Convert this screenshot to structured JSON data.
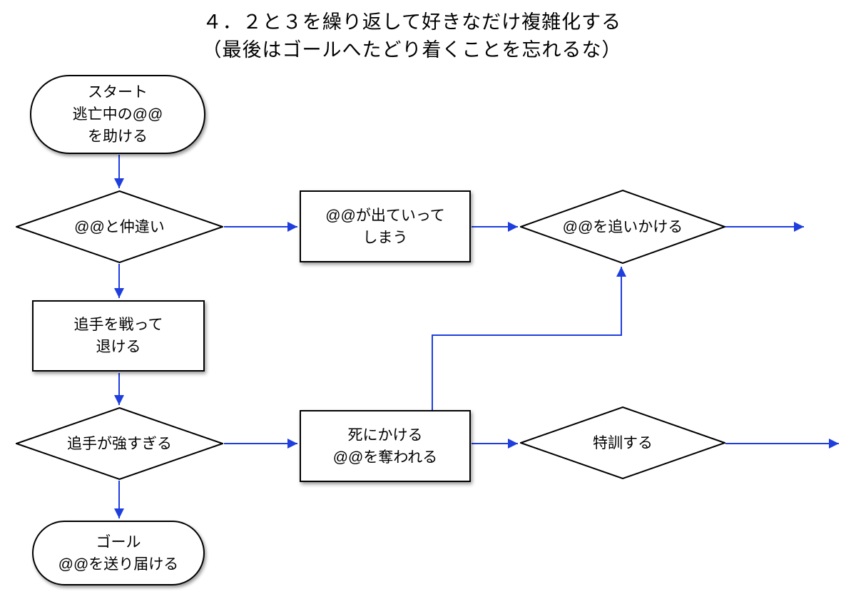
{
  "title": {
    "line1": "４．２と３を繰り返して好きなだけ複雑化する",
    "line2": "（最後はゴールへたどり着くことを忘れるな）"
  },
  "colors": {
    "background": "#ffffff",
    "shape_fill": "#ffffff",
    "shape_border": "#000000",
    "arrow": "#1e3edd",
    "text": "#000000"
  },
  "nodes": {
    "start": {
      "type": "terminator",
      "lines": [
        "スタート",
        "逃亡中の@@",
        "を助ける"
      ]
    },
    "quarrel": {
      "type": "decision",
      "label": "@@と仲違い"
    },
    "leaves": {
      "type": "process",
      "lines": [
        "@@が出ていって",
        "しまう"
      ]
    },
    "chase": {
      "type": "decision",
      "label": "@@を追いかける"
    },
    "fight": {
      "type": "process",
      "lines": [
        "追手を戦って",
        "退ける"
      ]
    },
    "too_strong": {
      "type": "decision",
      "label": "追手が強すぎる"
    },
    "near_death": {
      "type": "process",
      "lines": [
        "死にかける",
        "@@を奪われる"
      ]
    },
    "training": {
      "type": "decision",
      "label": "特訓する"
    },
    "goal": {
      "type": "terminator",
      "lines": [
        "ゴール",
        "@@を送り届ける"
      ]
    }
  },
  "edges": [
    {
      "from": "start",
      "to": "quarrel",
      "style": "straight"
    },
    {
      "from": "quarrel",
      "to": "leaves",
      "style": "straight"
    },
    {
      "from": "leaves",
      "to": "chase",
      "style": "straight"
    },
    {
      "from": "chase",
      "to": "off-page-right",
      "style": "straight"
    },
    {
      "from": "quarrel",
      "to": "fight",
      "style": "straight"
    },
    {
      "from": "fight",
      "to": "too_strong",
      "style": "straight"
    },
    {
      "from": "too_strong",
      "to": "near_death",
      "style": "straight"
    },
    {
      "from": "near_death",
      "to": "training",
      "style": "straight"
    },
    {
      "from": "training",
      "to": "off-page-right",
      "style": "straight"
    },
    {
      "from": "too_strong",
      "to": "goal",
      "style": "straight"
    },
    {
      "from": "near_death",
      "to": "chase",
      "style": "elbow"
    }
  ]
}
